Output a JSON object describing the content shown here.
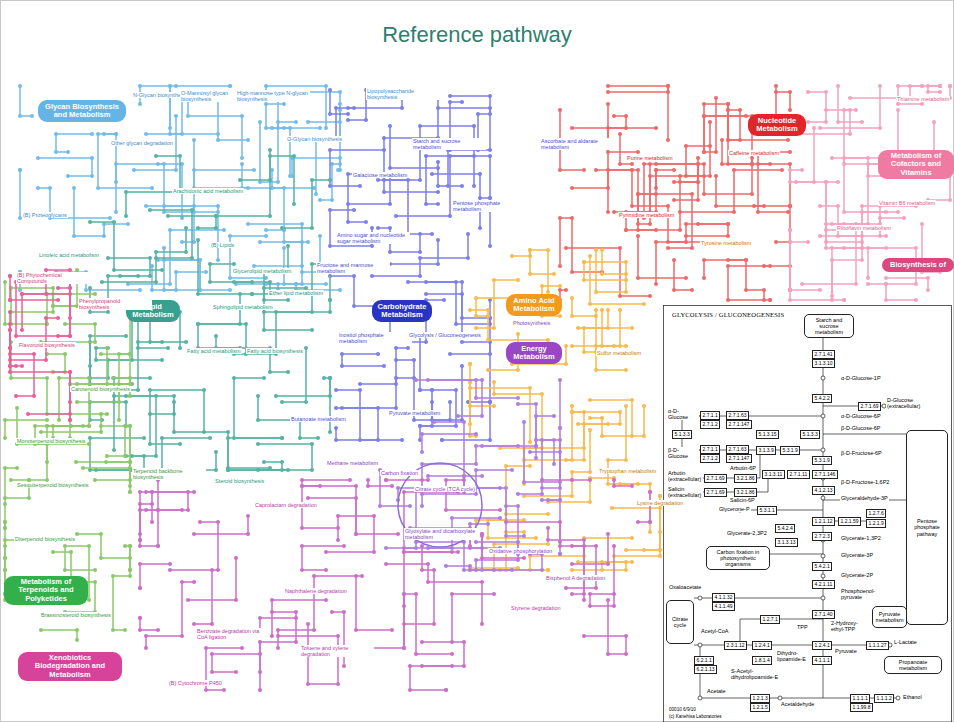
{
  "diagram": {
    "title": "Reference pathway",
    "nodes": [
      {
        "text": [
          "Glycan Biosynthesis and Metabolism"
        ]
      },
      {
        "text": [
          "Nucleotide Metabolism"
        ]
      },
      {
        "text": [
          "Metabolism of Cofactors and Vitamins"
        ]
      },
      {
        "text": [
          "Lipid Metabolism"
        ]
      },
      {
        "text": [
          "Carbohydrate Metabolism"
        ]
      },
      {
        "text": [
          "Amino Acid Metabolism"
        ]
      },
      {
        "text": [
          "Energy Metabolism"
        ]
      },
      {
        "text": [
          "Biosynthesis of"
        ]
      },
      {
        "text": [
          "Metabolism of Terpenoids and Polyketides"
        ]
      },
      {
        "text": [
          "Xenobiotics Biodegradation and Metabolism"
        ]
      },
      {
        "text": [
          "GLYCOLYSIS / GLUCONEOGENESIS"
        ]
      },
      {
        "text": [
          "Starch and sucrose metabolism"
        ],
        "in": 10
      },
      {
        "text": [
          "Pentose phosphate pathway"
        ],
        "in": 10
      },
      {
        "text": [
          "Carbon fixation in photosynthetic organisms"
        ],
        "in": 10
      },
      {
        "text": [
          "Citrate cycle"
        ],
        "in": 10
      },
      {
        "text": [
          "Pyruvate metabolism"
        ],
        "in": 10
      },
      {
        "text": [
          "Propanoate metabolism"
        ],
        "in": 10
      },
      {
        "text": [
          "2.7.1.41"
        ],
        "in": 10
      },
      {
        "text": [
          "3.1.3.10"
        ],
        "in": 10
      },
      {
        "text": [
          "5.4.2.2"
        ],
        "in": 10
      },
      {
        "text": [
          "2.7.1.69"
        ],
        "in": 10
      },
      {
        "text": [
          "2.7.1.1"
        ],
        "in": 10
      },
      {
        "text": [
          "2.7.1.63"
        ],
        "in": 10
      },
      {
        "text": [
          "2.7.1.2"
        ],
        "in": 10
      },
      {
        "text": [
          "2.7.1.147"
        ],
        "in": 10
      },
      {
        "text": [
          "5.1.3.3"
        ],
        "in": 10
      },
      {
        "text": [
          "5.1.3.15"
        ],
        "in": 10
      },
      {
        "text": [
          "5.1.3.3"
        ],
        "in": 10
      },
      {
        "text": [
          "2.7.1.1"
        ],
        "in": 10
      },
      {
        "text": [
          "2.7.1.63"
        ],
        "in": 10
      },
      {
        "text": [
          "2.7.1.2"
        ],
        "in": 10
      },
      {
        "text": [
          "2.7.1.147"
        ],
        "in": 10
      },
      {
        "text": [
          "3.1.3.9"
        ],
        "in": 10
      },
      {
        "text": [
          "5.3.1.9"
        ],
        "in": 10
      },
      {
        "text": [
          "5.3.1.9"
        ],
        "in": 10
      },
      {
        "text": [
          "3.1.3.11"
        ],
        "in": 10
      },
      {
        "text": [
          "2.7.1.11"
        ],
        "in": 10
      },
      {
        "text": [
          "2.7.1.146"
        ],
        "in": 10
      },
      {
        "text": [
          "2.7.1.69"
        ],
        "in": 10
      },
      {
        "text": [
          "3.2.1.86"
        ],
        "in": 10
      },
      {
        "text": [
          "2.7.1.69"
        ],
        "in": 10
      },
      {
        "text": [
          "3.2.1.86"
        ],
        "in": 10
      },
      {
        "text": [
          "4.1.2.13"
        ],
        "in": 10
      },
      {
        "text": [
          "5.3.1.1"
        ],
        "in": 10
      },
      {
        "text": [
          "1.2.1.12"
        ],
        "in": 10
      },
      {
        "text": [
          "1.2.1.59"
        ],
        "in": 10
      },
      {
        "text": [
          "1.2.7.6"
        ],
        "in": 10
      },
      {
        "text": [
          "1.2.1.9"
        ],
        "in": 10
      },
      {
        "text": [
          "5.4.2.4"
        ],
        "in": 10
      },
      {
        "text": [
          "2.7.2.3"
        ],
        "in": 10
      },
      {
        "text": [
          "3.1.3.13"
        ],
        "in": 10
      },
      {
        "text": [
          "5.4.2.1"
        ],
        "in": 10
      },
      {
        "text": [
          "4.2.1.11"
        ],
        "in": 10
      },
      {
        "text": [
          "4.1.1.32"
        ],
        "in": 10
      },
      {
        "text": [
          "4.1.1.49"
        ],
        "in": 10
      },
      {
        "text": [
          "2.7.1.40"
        ],
        "in": 10
      },
      {
        "text": [
          "1.2.7.1"
        ],
        "in": 10
      },
      {
        "text": [
          "2.3.1.12"
        ],
        "in": 10
      },
      {
        "text": [
          "1.2.4.1"
        ],
        "in": 10
      },
      {
        "text": [
          "1.2.4.1"
        ],
        "in": 10
      },
      {
        "text": [
          "1.8.1.4"
        ],
        "in": 10
      },
      {
        "text": [
          "4.1.1.1"
        ],
        "in": 10
      },
      {
        "text": [
          "6.2.1.1"
        ],
        "in": 10
      },
      {
        "text": [
          "6.2.1.13"
        ],
        "in": 10
      },
      {
        "text": [
          "1.2.1.3"
        ],
        "in": 10
      },
      {
        "text": [
          "1.2.1.5"
        ],
        "in": 10
      },
      {
        "text": [
          "1.1.1.27"
        ],
        "in": 10
      },
      {
        "text": [
          "1.1.1.1"
        ],
        "in": 10
      },
      {
        "text": [
          "1.1.1.2"
        ],
        "in": 10
      },
      {
        "text": [
          "1.1.99.8"
        ],
        "in": 10
      }
    ],
    "labels": [
      "N-Glycan biosynthesis",
      "O-Mannosyl glycan biosynthesis",
      "High-mannose type N-glycan biosynthesis",
      "Lipopolysaccharide biosynthesis",
      "Other glycan degradation",
      "O-Glycan biosynthesis",
      "(B) Proteoglycans",
      "Galactose metabolism",
      "Starch and sucrose metabolism",
      "Pentose phosphate metabolism",
      "Ascorbate and aldarate metabolism",
      "Purine metabolism",
      "Pyrimidine metabolism",
      "Caffeine metabolism",
      "Thiamine metabolism",
      "Vitamin B6 metabolism",
      "Riboflavin metabolism",
      "Tyrosine metabolism",
      "Arachidonic acid metabolism",
      "(B) Lipids",
      "Linoleic acid metabolism",
      "Glycerolipid metabolism",
      "Sphingolipid metabolism",
      "Ether lipid metabolism",
      "Fatty acid metabolism",
      "Fatty acid biosynthesis",
      "Fructose and mannose metabolism",
      "Amino sugar and nucleotide sugar metabolism",
      "Inositol phosphate metabolism",
      "Glycolysis / Gluconeogenesis",
      "Pyruvate metabolism",
      "Butanoate metabolism",
      "Photosynthesis",
      "Citrate cycle (TCA cycle)",
      "Glyoxylate and dicarboxylate metabolism",
      "Oxidative phosphorylation",
      "Methane metabolism",
      "Carbon fixation",
      "Sulfur metabolism",
      "Tryptophan metabolism",
      "Lysine degradation",
      "(B) Phytochemical Compounds",
      "Phenylpropanoid biosynthesis",
      "Flavonoid biosynthesis",
      "Carotenoid biosynthesis",
      "Terpenoid backbone biosynthesis",
      "Monoterpenoid biosynthesis",
      "Sesquiterpenoid biosynthesis",
      "Diterpenoid biosynthesis",
      "Brassinosteroid biosynthesis",
      "Steroid biosynthesis",
      "Caprolactam degradation",
      "Naphthalene degradation",
      "Benzoate degradation via CoA ligation",
      "Toluene and xylene degradation",
      "Bisphenol A degradation",
      "Styrene degradation",
      "(B) Cytochrome P450",
      "α-D-Glucose-1P",
      "D-Glucose (extracellular)",
      "α-D-Glucose",
      "β-D-Glucose",
      "α-D-Glucose-6P",
      "β-D-Glucose-6P",
      "β-D-Fructose-6P",
      "β-D-Fructose-1,6P2",
      "Arbutin (extracellular)",
      "Salicin (extracellular)",
      "Arbutin-6P",
      "Salicin-6P",
      "Glyceraldehyde-3P",
      "Glycerone-P",
      "Glycerate-1,3P2",
      "Glycerate-2,3P2",
      "Glycerate-3P",
      "Glycerate-2P",
      "Phosphoenol-pyruvate",
      "Oxaloacetate",
      "Acetyl-CoA",
      "TPP",
      "2-Hydroxy-ethyl-TPP",
      "Pyruvate",
      "L-Lactate",
      "S-Acetyl-dihydrolipoamide-E",
      "Dihydro-lipoamide-E",
      "Acetate",
      "Acetaldehyde",
      "Ethanol",
      "00010 6/9/10",
      "(c) Kanehisa Laboratories"
    ]
  }
}
